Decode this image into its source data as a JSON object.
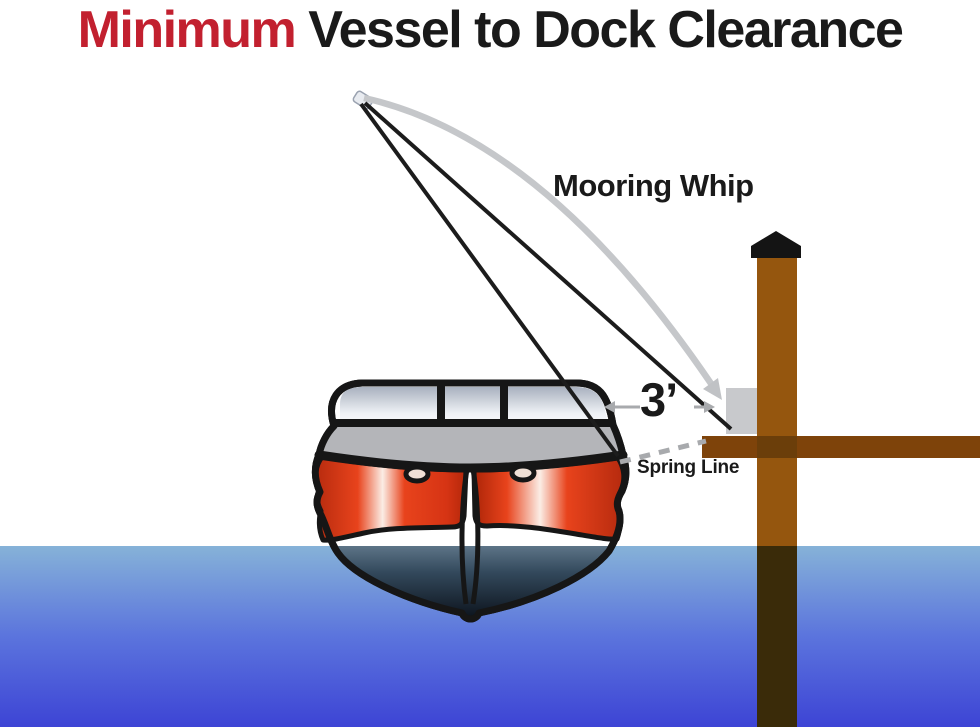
{
  "title": {
    "highlight": "Minimum",
    "rest": "Vessel to Dock Clearance"
  },
  "labels": {
    "mooring_whip": "Mooring Whip",
    "clearance_distance": "3’",
    "spring_line": "Spring Line"
  },
  "colors": {
    "title_red": "#C2202F",
    "text_black": "#1A1A1A",
    "water_top": "#86B2D8",
    "water_mid": "#5B74DD",
    "water_bottom": "#3D44D5",
    "hull_red": "#E8431C",
    "hull_red_dark": "#AD2508",
    "deck_gray": "#B4B5B9",
    "glass_top": "#A6AEBC",
    "dock_wood": "#95560E",
    "dock_beam": "#7E430A",
    "dock_underwater": "#3A2B09",
    "piling_cap": "#141414",
    "whip_gray": "#C5C7CA",
    "bracket_gray": "#C8C9CC",
    "arrow_gray": "#A8AAAD",
    "rope_black": "#1C1C1C",
    "outline_black": "#161616"
  }
}
